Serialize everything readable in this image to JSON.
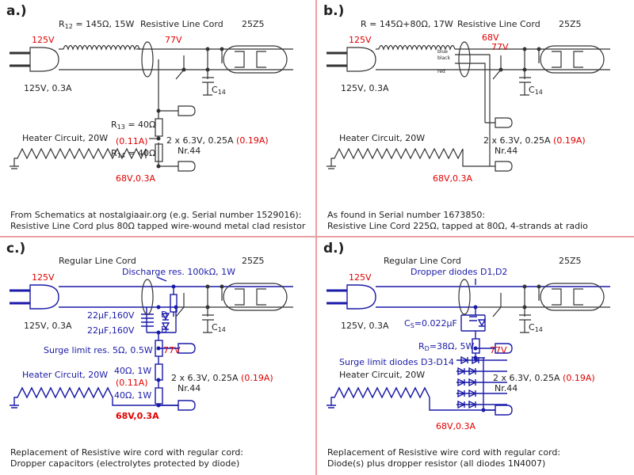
{
  "panels": {
    "a": {
      "label": "a.)",
      "resistor": "R",
      "resistor_sub": "12",
      "resistor_value": " = 145Ω, 15W",
      "cord_label": "Resistive Line Cord",
      "tube": "25Z5",
      "v_in": "125V",
      "v_out": "77V",
      "supply": "125V, 0.3A",
      "cap": "C",
      "cap_sub": "14",
      "r13": "R",
      "r13_sub": "13",
      "r13_value": " = 40Ω",
      "r13_current": "(0.11A)",
      "r14": "R",
      "r14_sub": "14",
      "r14_value": " = 40Ω",
      "heater": "Heater Circuit, 20W",
      "lamps": "2 x 6.3V, 0.25A",
      "lamps_current": "(0.19A)",
      "lamp_type": "Nr.44",
      "heater_va": "68V,0.3A",
      "caption": [
        "From Schematics at nostalgiaair.org (e.g. Serial number 1529016):",
        "Resistive Line Cord plus 80Ω tapped wire-wound metal clad resistor"
      ]
    },
    "b": {
      "label": "b.)",
      "resistor": "R = 145Ω+80Ω, 17W",
      "cord_label": "Resistive Line Cord",
      "tube": "25Z5",
      "v_in": "125V",
      "v_68": "68V",
      "v_out": "77V",
      "wire_blue": "blue",
      "wire_black": "black",
      "wire_red": "red",
      "supply": "125V, 0.3A",
      "cap": "C",
      "cap_sub": "14",
      "heater": "Heater Circuit, 20W",
      "lamps": "2 x 6.3V, 0.25A",
      "lamps_current": "(0.19A)",
      "lamp_type": "Nr.44",
      "heater_va": "68V,0.3A",
      "caption": [
        "As found in Serial number 1673850:",
        "Resistive Line Cord 225Ω, tapped at 80Ω, 4-strands at radio"
      ]
    },
    "c": {
      "label": "c.)",
      "cord_label": "Regular Line Cord",
      "tube": "25Z5",
      "v_in": "125V",
      "discharge": "Discharge res. 100kΩ, 1W",
      "supply": "125V, 0.3A",
      "cap1": "22μF,160V",
      "cap2": "22μF,160V",
      "diode": "D",
      "cap": "C",
      "cap_sub": "14",
      "surge": "Surge limit res. 5Ω, 0.5W",
      "v_out": "77V",
      "heater": "Heater Circuit, 20W",
      "r1": "40Ω, 1W",
      "r1_current": "(0.11A)",
      "r2": "40Ω, 1W",
      "lamps": "2 x 6.3V, 0.25A",
      "lamps_current": "(0.19A)",
      "lamp_type": "Nr.44",
      "heater_va": "68V,0.3A",
      "caption": [
        "Replacement of Resistive wire cord with regular cord:",
        "Dropper capacitors (electrolytes protected by diode)"
      ]
    },
    "d": {
      "label": "d.)",
      "cord_label": "Regular Line Cord",
      "tube": "25Z5",
      "v_in": "125V",
      "dropper": "Dropper diodes D1,D2",
      "supply": "125V, 0.3A",
      "cs": "C",
      "cs_sub": "S",
      "cs_value": "=0.022μF",
      "cap": "C",
      "cap_sub": "14",
      "rd": "R",
      "rd_sub": "D",
      "rd_value": "=38Ω, 5W",
      "v_out": "77V",
      "surge": "Surge limit diodes D3-D14",
      "heater": "Heater Circuit, 20W",
      "lamps": "2 x 6.3V, 0.25A",
      "lamps_current": "(0.19A)",
      "lamp_type": "Nr.44",
      "heater_va": "68V,0.3A",
      "caption": [
        "Replacement of Resistive wire cord with regular cord:",
        "Diode(s) plus dropper resistor (all diodes 1N4007)"
      ]
    }
  },
  "colors": {
    "red": "#e00000",
    "blue": "#1a1aa8",
    "divider": "#e8a0a0",
    "wire": "#333333"
  }
}
